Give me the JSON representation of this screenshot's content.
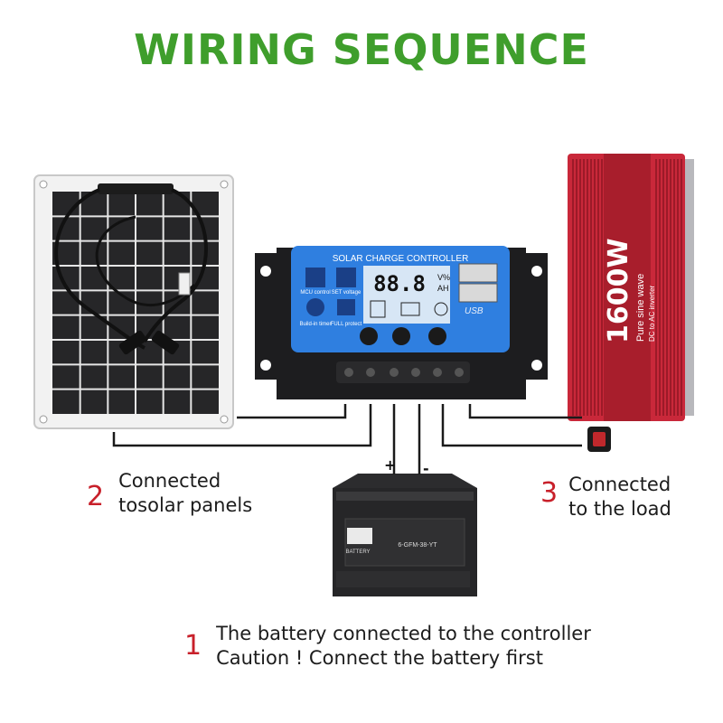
{
  "title": "WIRING SEQUENCE",
  "controller": {
    "brand_label": "SOLAR CHARGE CONTROLLER",
    "display_value": "88.8",
    "display_units_top": "V%",
    "display_units_bottom": "AH",
    "icon_mcu": "MCU control",
    "icon_set": "SET voltage",
    "icon_timer": "Build-in timer",
    "icon_protect": "FULL protect",
    "usb_label": "USB"
  },
  "inverter": {
    "power": "1600W",
    "wave": "Pure sine wave",
    "subtitle": "DC to AC inverter"
  },
  "battery": {
    "brand": "BATTERY",
    "model": "6-GFM-38-YT"
  },
  "polarity": {
    "plus": "+",
    "minus": "-"
  },
  "steps": [
    {
      "number": "1",
      "lines": [
        "The battery connected to the controller",
        "Caution ! Connect the battery first"
      ]
    },
    {
      "number": "2",
      "lines": [
        "Connected",
        "tosolar panels"
      ]
    },
    {
      "number": "3",
      "lines": [
        "Connected",
        "to the load"
      ]
    }
  ],
  "colors": {
    "title": "#3f9e2c",
    "step_number": "#c8202a",
    "inverter": "#c9283a",
    "controller_screen": "#2f7fe0"
  }
}
